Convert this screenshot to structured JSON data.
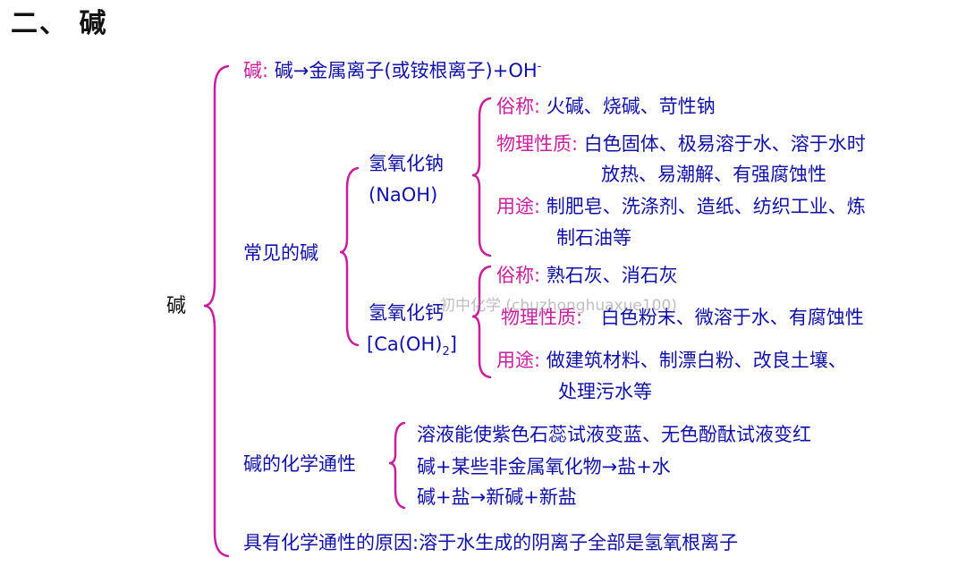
{
  "title": "二、 碱",
  "root": "碱",
  "definition": {
    "label": "碱:",
    "text": "碱→金属离子(或铵根离子)+OH",
    "sup": "-"
  },
  "common_bases": {
    "label": "常见的碱",
    "naoh": {
      "name": "氢氧化钠",
      "formula": "(NaOH)",
      "common_name_label": "俗称:",
      "common_name": "火碱、烧碱、苛性钠",
      "physical_label": "物理性质:",
      "physical_line1": "白色固体、极易溶于水、溶于水时",
      "physical_line2": "放热、易潮解、有强腐蚀性",
      "use_label": "用途:",
      "use_line1": "制肥皂、洗涤剂、造纸、纺织工业、炼",
      "use_line2": "制石油等"
    },
    "caoh2": {
      "name": "氢氧化钙",
      "formula_main": "[Ca(OH)",
      "formula_sub": "2",
      "formula_end": "]",
      "common_name_label": "俗称:",
      "common_name": "熟石灰、消石灰",
      "physical_label": "物理性质:",
      "physical_text": "白色粉末、微溶于水、有腐蚀性",
      "use_label": "用途:",
      "use_line1": "做建筑材料、制漂白粉、改良土壤、",
      "use_line2": "处理污水等"
    }
  },
  "chemical_properties": {
    "label": "碱的化学通性",
    "items": [
      "溶液能使紫色石蕊试液变蓝、无色酚酞试液变红",
      "碱+某些非金属氧化物→盐+水",
      "碱+盐→新碱+新盐"
    ]
  },
  "reason": "具有化学通性的原因:溶于水生成的阴离子全部是氢氧根离子",
  "watermark": "初中化学 (chuzhonghuaxue100)",
  "colors": {
    "primary_text": "#1010a6",
    "label_accent": "#c81e9c",
    "title": "#111111"
  }
}
